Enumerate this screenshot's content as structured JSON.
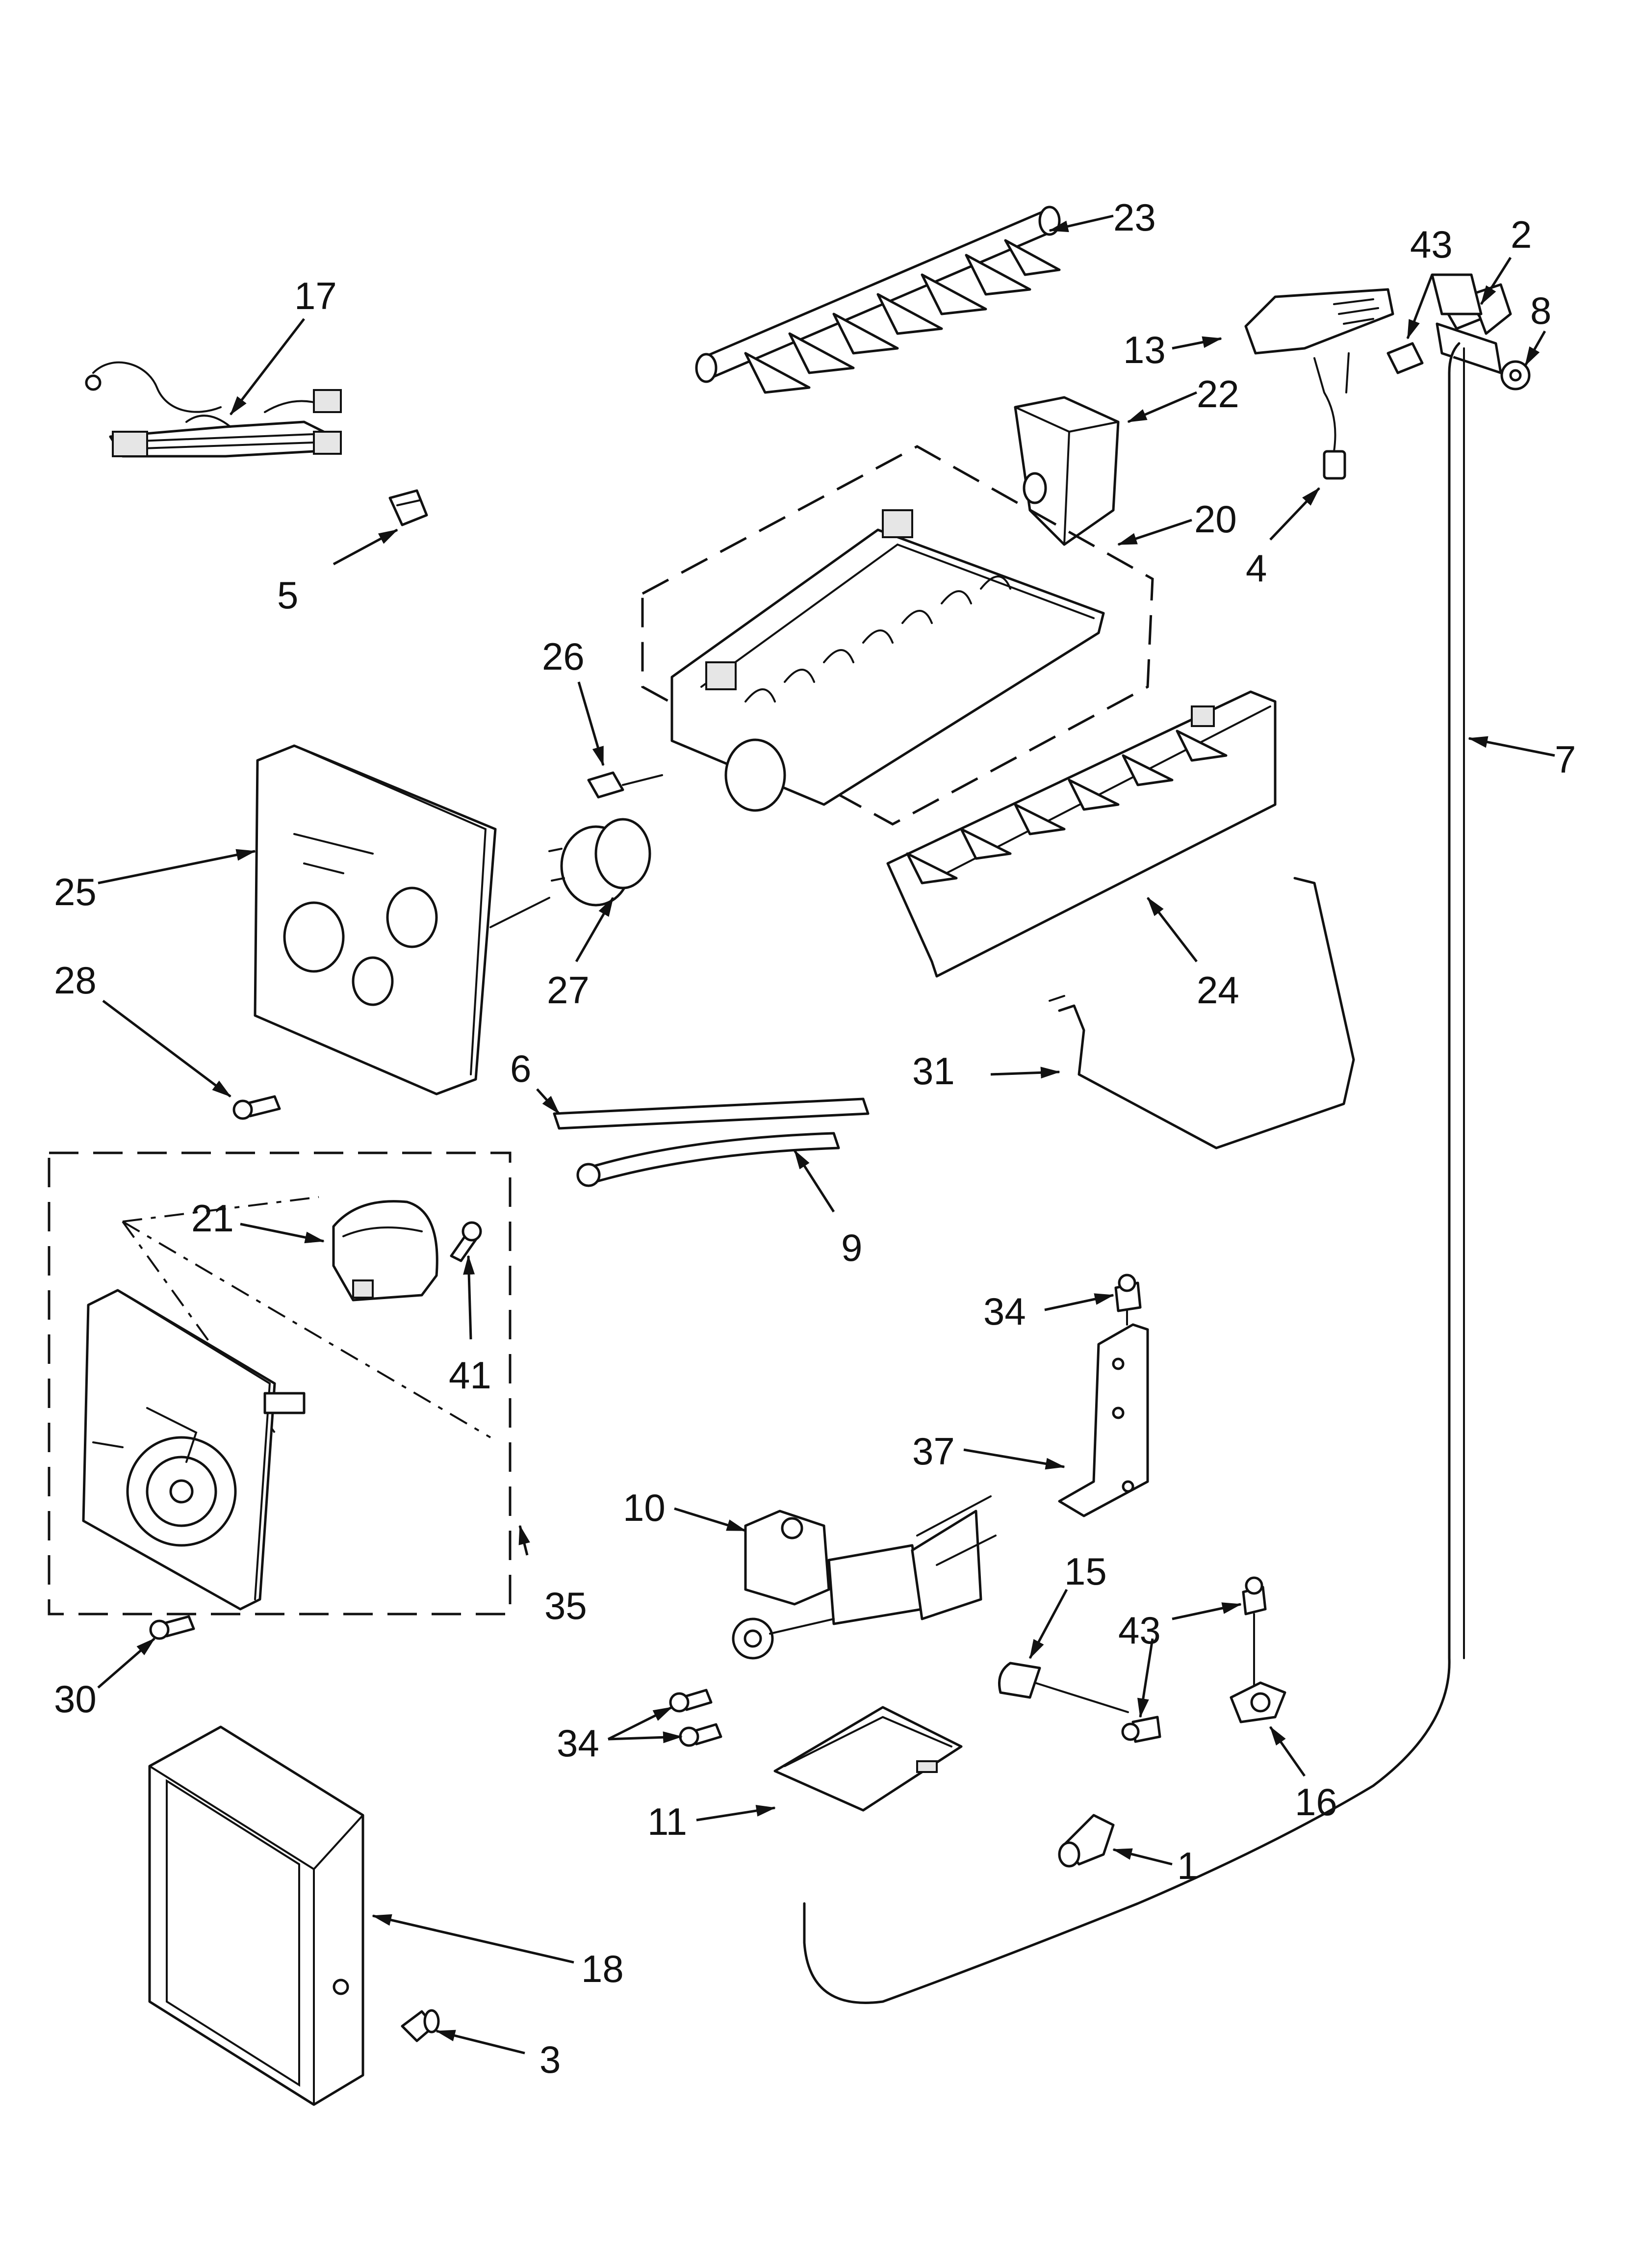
{
  "callouts": [
    {
      "id": "c23",
      "text": "23"
    },
    {
      "id": "c17",
      "text": "17"
    },
    {
      "id": "c43a",
      "text": "43"
    },
    {
      "id": "c2",
      "text": "2"
    },
    {
      "id": "c8",
      "text": "8"
    },
    {
      "id": "c13",
      "text": "13"
    },
    {
      "id": "c22",
      "text": "22"
    },
    {
      "id": "c20",
      "text": "20"
    },
    {
      "id": "c4",
      "text": "4"
    },
    {
      "id": "c5",
      "text": "5"
    },
    {
      "id": "c26",
      "text": "26"
    },
    {
      "id": "c7",
      "text": "7"
    },
    {
      "id": "c25",
      "text": "25"
    },
    {
      "id": "c28",
      "text": "28"
    },
    {
      "id": "c27",
      "text": "27"
    },
    {
      "id": "c24",
      "text": "24"
    },
    {
      "id": "c6",
      "text": "6"
    },
    {
      "id": "c31",
      "text": "31"
    },
    {
      "id": "c21",
      "text": "21"
    },
    {
      "id": "c9",
      "text": "9"
    },
    {
      "id": "c41",
      "text": "41"
    },
    {
      "id": "c34a",
      "text": "34"
    },
    {
      "id": "c37",
      "text": "37"
    },
    {
      "id": "c10",
      "text": "10"
    },
    {
      "id": "c35",
      "text": "35"
    },
    {
      "id": "c15",
      "text": "15"
    },
    {
      "id": "c43b",
      "text": "43"
    },
    {
      "id": "c30",
      "text": "30"
    },
    {
      "id": "c34b",
      "text": "34"
    },
    {
      "id": "c16",
      "text": "16"
    },
    {
      "id": "c11",
      "text": "11"
    },
    {
      "id": "c1",
      "text": "1"
    },
    {
      "id": "c18",
      "text": "18"
    },
    {
      "id": "c3",
      "text": "3"
    }
  ]
}
